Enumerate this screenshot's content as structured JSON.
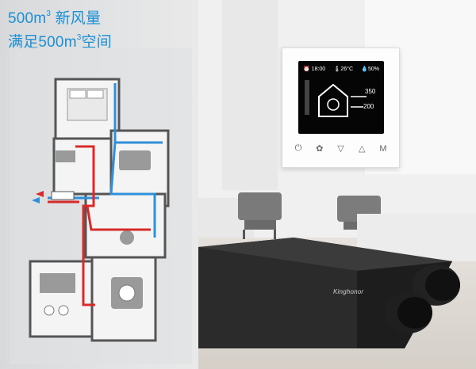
{
  "headline": {
    "line1_a": "500m",
    "line1_sup": "3",
    "line1_b": " 新风量",
    "line2_a": "满足500m",
    "line2_sup": "3",
    "line2_b": "空间"
  },
  "thermostat": {
    "time": "18:00",
    "temp": "26",
    "humidity": "50%",
    "value_in": "350",
    "value_out": "200",
    "buttons": [
      "power-icon",
      "fan-icon",
      "down-icon",
      "up-icon",
      "M"
    ]
  },
  "brand": "Kinghonor",
  "colors": {
    "accent": "#1c8fd3",
    "duct_red": "#d82a2a",
    "duct_blue": "#2f8fd8"
  }
}
